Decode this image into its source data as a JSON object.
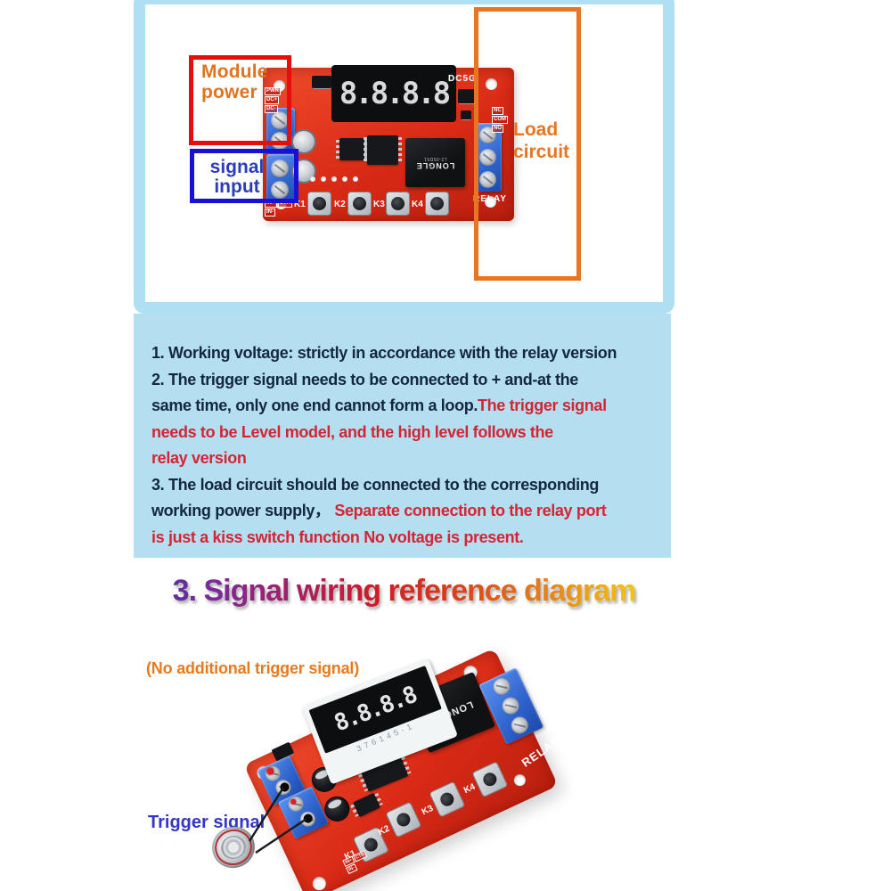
{
  "top_panel": {
    "annotations": {
      "module_power": "Module power",
      "signal_input": "signal input",
      "load_circuit": "Load circuit"
    },
    "board": {
      "display_digits": "8.8.8.8",
      "corner_mark": "DC5G",
      "power_labels": [
        "PWR",
        "DC+",
        "DC-"
      ],
      "signal_labels": [
        "IN+",
        "CTR",
        "IN-"
      ],
      "relay_pin_labels": [
        "NC",
        "COM",
        "NO"
      ],
      "relay_port_label": "RELAY",
      "buttons": [
        "K1",
        "K2",
        "K3",
        "K4"
      ],
      "relay_brand": "LONGLE",
      "relay_model": "L2-05D51"
    }
  },
  "notes": [
    {
      "dark": "1. Working voltage: strictly in accordance with the relay version",
      "red": ""
    },
    {
      "dark": "2. The trigger signal needs to be connected to + and-at the",
      "red": ""
    },
    {
      "dark": "same time, only one end cannot form a loop.",
      "red": "The trigger signal"
    },
    {
      "dark": "",
      "red": "needs to be Level model, and the high level follows the"
    },
    {
      "dark": "",
      "red": "relay version"
    },
    {
      "dark": "3. The load circuit should be connected to the corresponding",
      "red": ""
    },
    {
      "dark": "working power supply，",
      "red": " Separate connection to the relay port"
    },
    {
      "dark": "",
      "red": "is just a kiss switch function No voltage is present."
    }
  ],
  "heading": {
    "text": "3. Signal wiring reference diagram"
  },
  "bottom_panel": {
    "no_trigger_label": "(No additional trigger signal)",
    "trigger_label": "Trigger signal",
    "board": {
      "display_digits": "8.8.8.8",
      "serial": "376145-1",
      "relay_port_label": "RELAY",
      "relay_brand": "LONGLE",
      "buttons": [
        "K1",
        "K2",
        "K3",
        "K4"
      ],
      "signal_labels": [
        "IN+",
        "CTR",
        "IN-"
      ]
    }
  },
  "colors": {
    "panel_blue": "#b3dff1",
    "note_dark": "#14273d",
    "note_red": "#d52433",
    "annotation_red": "#e60d0d",
    "annotation_blue": "#1511d6",
    "accent_orange": "#e87522",
    "label_orange": "#e0731f",
    "label_blue": "#2b3eb8",
    "trigger_blue": "#3536c8",
    "pcb_red": "#d92c18",
    "terminal_blue": "#2f6cd8",
    "heading_gradient": [
      "#4636a0",
      "#7b2b9b",
      "#a81e62",
      "#cf1d27",
      "#e4701a",
      "#f2d80e"
    ]
  }
}
